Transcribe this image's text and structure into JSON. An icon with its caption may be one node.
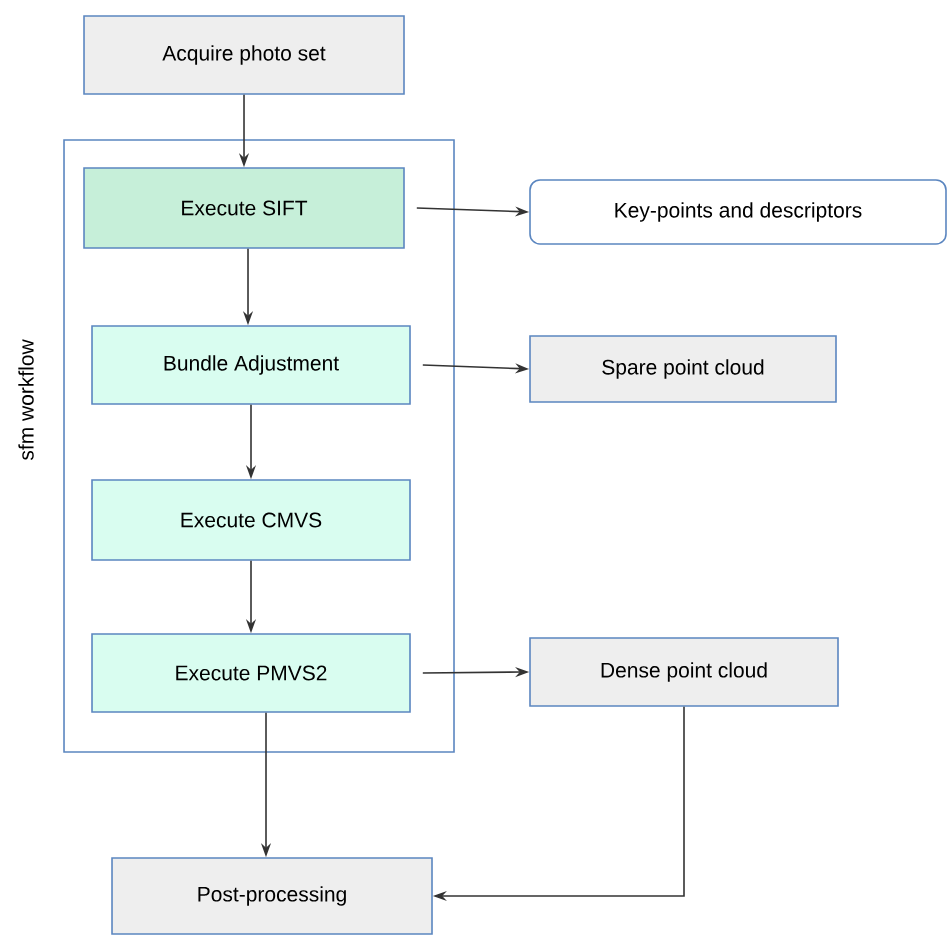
{
  "diagram": {
    "nodes": [
      {
        "text": [
          "Acquire photo set"
        ]
      },
      {
        "text": [
          "sfm workflow"
        ]
      },
      {
        "text": [
          "Execute SIFT"
        ],
        "in": 1
      },
      {
        "text": [
          "Bundle Adjustment"
        ],
        "in": 1
      },
      {
        "text": [
          "Execute CMVS"
        ],
        "in": 1
      },
      {
        "text": [
          "Execute PMVS2"
        ],
        "in": 1
      },
      {
        "text": [
          "Key-points and descriptors"
        ]
      },
      {
        "text": [
          "Spare point cloud"
        ]
      },
      {
        "text": [
          "Dense point cloud"
        ]
      },
      {
        "text": [
          "Post-processing"
        ]
      }
    ],
    "edges": [
      {
        "from": 0,
        "to": 2,
        "arrow": "to"
      },
      {
        "from": 2,
        "to": 3,
        "arrow": "to"
      },
      {
        "from": 3,
        "to": 4,
        "arrow": "to"
      },
      {
        "from": 4,
        "to": 5,
        "arrow": "to"
      },
      {
        "from": 2,
        "to": 6,
        "arrow": "to"
      },
      {
        "from": 3,
        "to": 7,
        "arrow": "to"
      },
      {
        "from": 5,
        "to": 8,
        "arrow": "to"
      },
      {
        "from": 5,
        "to": 9,
        "arrow": "to"
      },
      {
        "from": 8,
        "to": 9,
        "arrow": "to"
      }
    ]
  }
}
